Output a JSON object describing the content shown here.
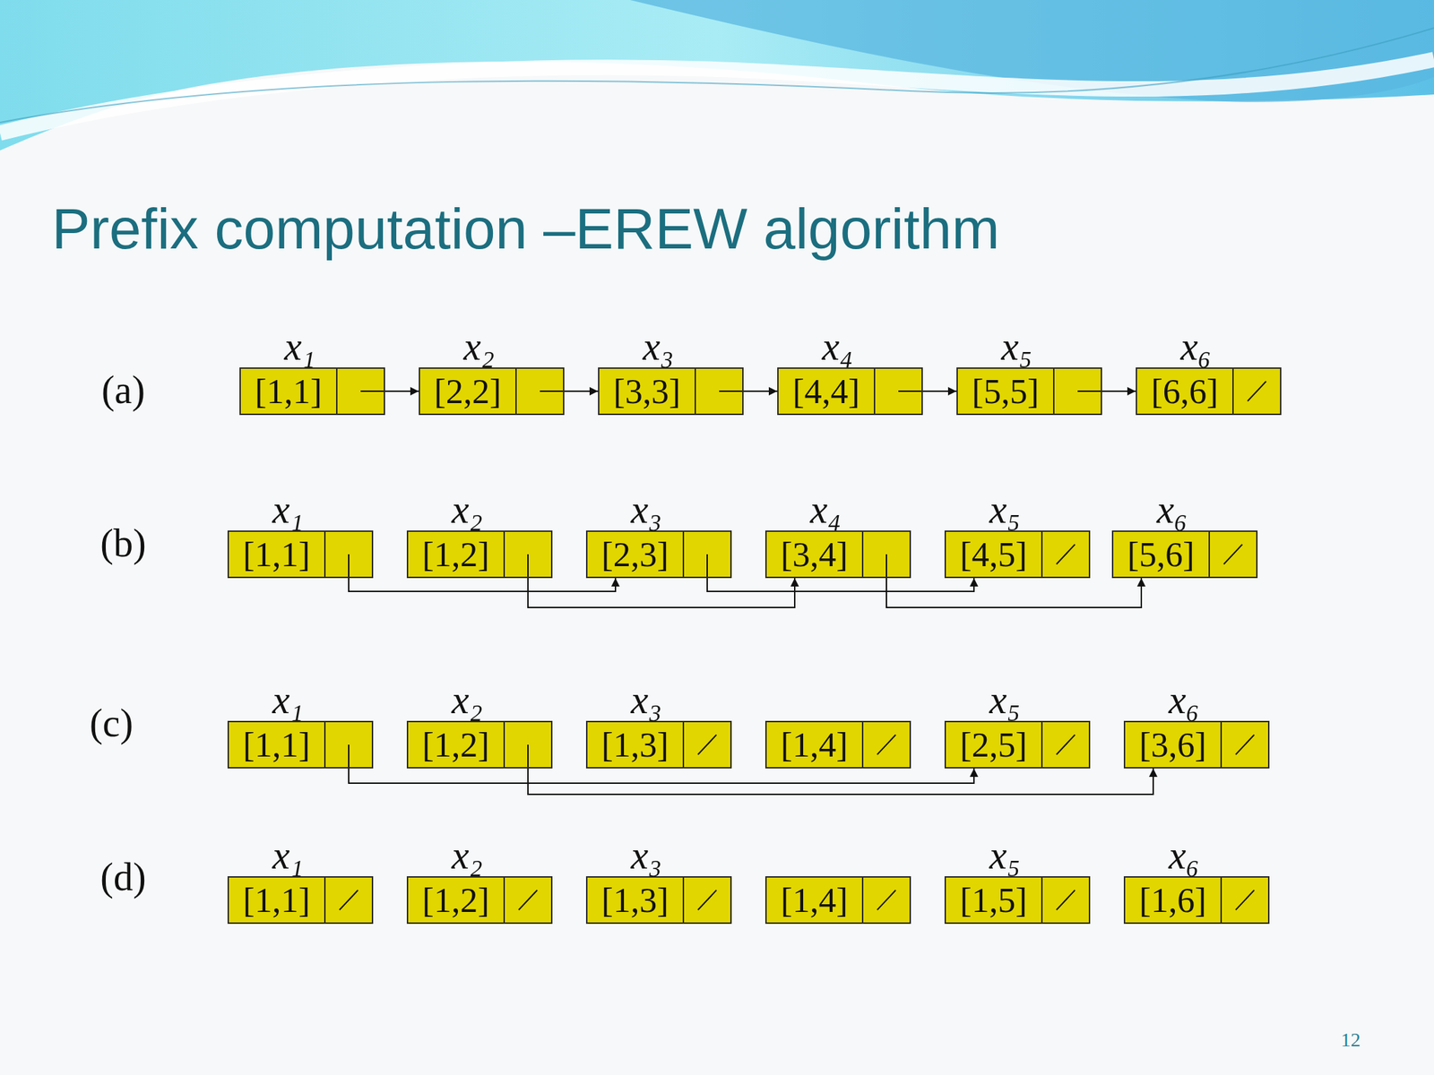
{
  "diagram": {
    "title": "Prefix computation –EREW algorithm",
    "nodes": [
      {
        "text": [
          "x₁",
          "[1,1]"
        ]
      },
      {
        "text": [
          "x₂",
          "[2,2]"
        ]
      },
      {
        "text": [
          "x₃",
          "[3,3]"
        ]
      },
      {
        "text": [
          "x₄",
          "[4,4]"
        ]
      },
      {
        "text": [
          "x₅",
          "[5,5]"
        ]
      },
      {
        "text": [
          "x₆",
          "[6,6]"
        ]
      },
      {
        "text": [
          "x₁",
          "[1,1]"
        ]
      },
      {
        "text": [
          "x₂",
          "[1,2]"
        ]
      },
      {
        "text": [
          "x₃",
          "[2,3]"
        ]
      },
      {
        "text": [
          "x₄",
          "[3,4]"
        ]
      },
      {
        "text": [
          "x₅",
          "[4,5]"
        ]
      },
      {
        "text": [
          "x₆",
          "[5,6]"
        ]
      },
      {
        "text": [
          "x₁",
          "[1,1]"
        ]
      },
      {
        "text": [
          "x₂",
          "[1,2]"
        ]
      },
      {
        "text": [
          "x₃",
          "[1,3]"
        ]
      },
      {
        "text": [
          "[1,4]"
        ]
      },
      {
        "text": [
          "x₅",
          "[2,5]"
        ]
      },
      {
        "text": [
          "x₆",
          "[3,6]"
        ]
      },
      {
        "text": [
          "x₁",
          "[1,1]"
        ]
      },
      {
        "text": [
          "x₂",
          "[1,2]"
        ]
      },
      {
        "text": [
          "x₃",
          "[1,3]"
        ]
      },
      {
        "text": [
          "[1,4]"
        ]
      },
      {
        "text": [
          "x₅",
          "[1,5]"
        ]
      },
      {
        "text": [
          "x₆",
          "[1,6]"
        ]
      }
    ],
    "edges": [
      {
        "from": 0,
        "to": 1,
        "arrow": "to"
      },
      {
        "from": 1,
        "to": 2,
        "arrow": "to"
      },
      {
        "from": 2,
        "to": 3,
        "arrow": "to"
      },
      {
        "from": 3,
        "to": 4,
        "arrow": "to"
      },
      {
        "from": 4,
        "to": 5,
        "arrow": "to"
      },
      {
        "from": 6,
        "to": 8,
        "arrow": "to"
      },
      {
        "from": 7,
        "to": 9,
        "arrow": "to"
      },
      {
        "from": 8,
        "to": 10,
        "arrow": "to"
      },
      {
        "from": 9,
        "to": 11,
        "arrow": "to"
      },
      {
        "from": 12,
        "to": 16,
        "arrow": "to"
      },
      {
        "from": 13,
        "to": 17,
        "arrow": "to"
      }
    ],
    "labels": [
      "(a)",
      "(b)",
      "(c)",
      "(d)",
      "12"
    ]
  }
}
